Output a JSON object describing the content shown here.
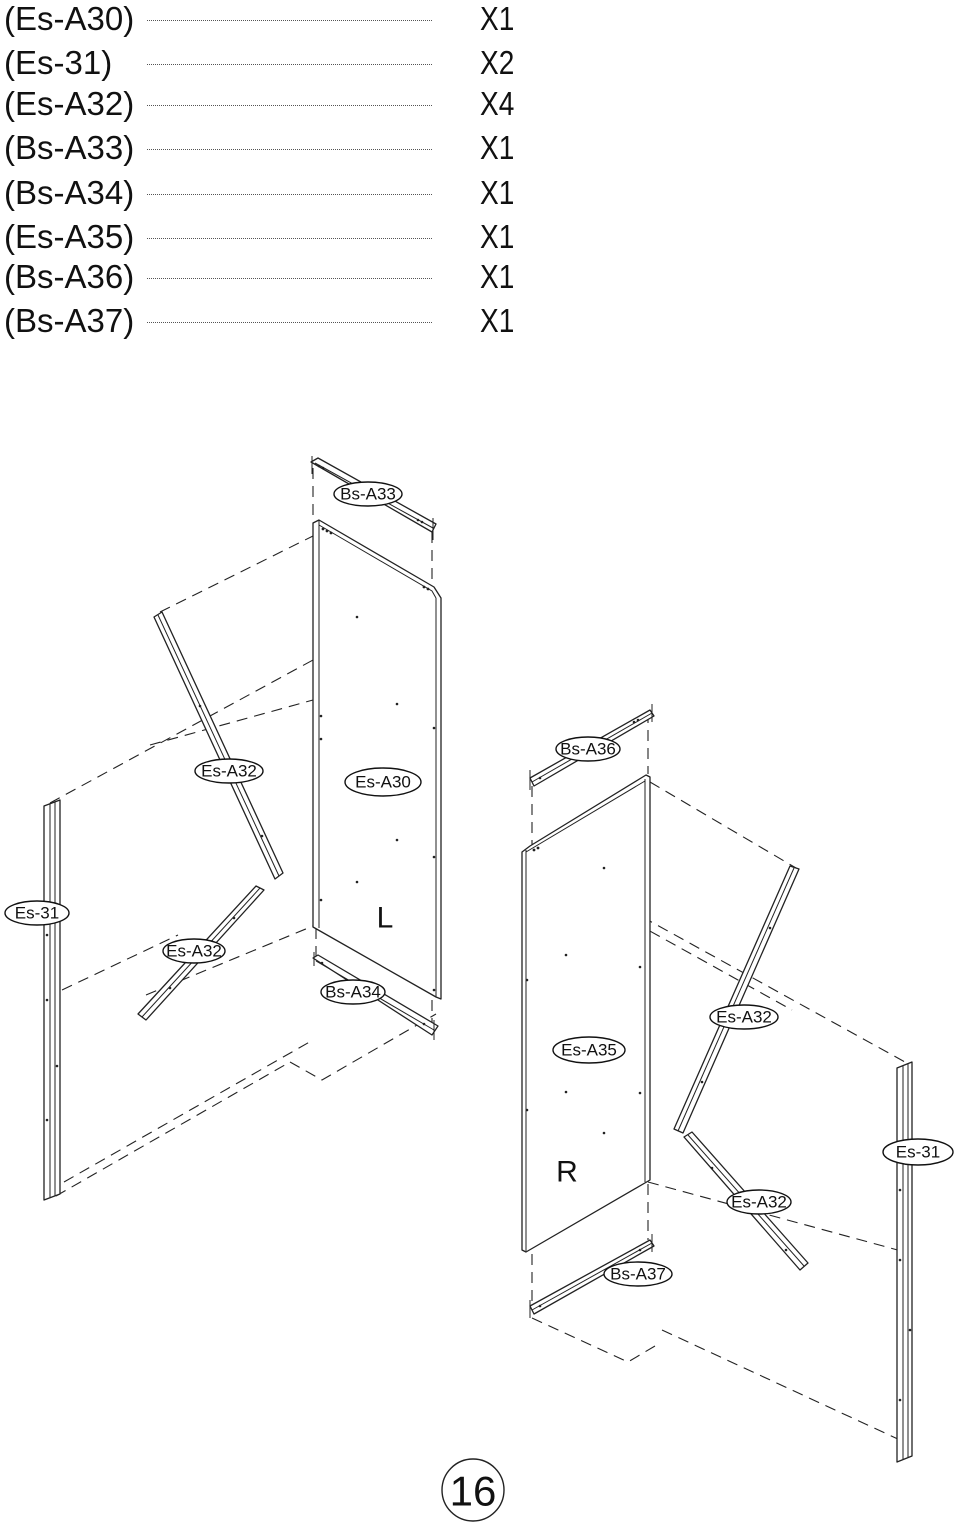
{
  "parts_list": [
    {
      "code": "(Es-A30)",
      "qty": "X1"
    },
    {
      "code": "(Es-31)",
      "qty": "X2"
    },
    {
      "code": "(Es-A32)",
      "qty": "X4"
    },
    {
      "code": "(Bs-A33)",
      "qty": "X1"
    },
    {
      "code": "(Bs-A34)",
      "qty": "X1"
    },
    {
      "code": "(Es-A35)",
      "qty": "X1"
    },
    {
      "code": "(Bs-A36)",
      "qty": "X1"
    },
    {
      "code": "(Bs-A37)",
      "qty": "X1"
    }
  ],
  "diagram": {
    "callouts": [
      "Bs-A33",
      "Es-A32",
      "Es-A30",
      "Bs-A36",
      "Es-31",
      "Es-A32",
      "Bs-A34",
      "Es-A35",
      "Es-A32",
      "Es-31",
      "Es-A32",
      "Bs-A37"
    ],
    "side_labels": [
      "L",
      "R"
    ]
  },
  "page_number": "16"
}
